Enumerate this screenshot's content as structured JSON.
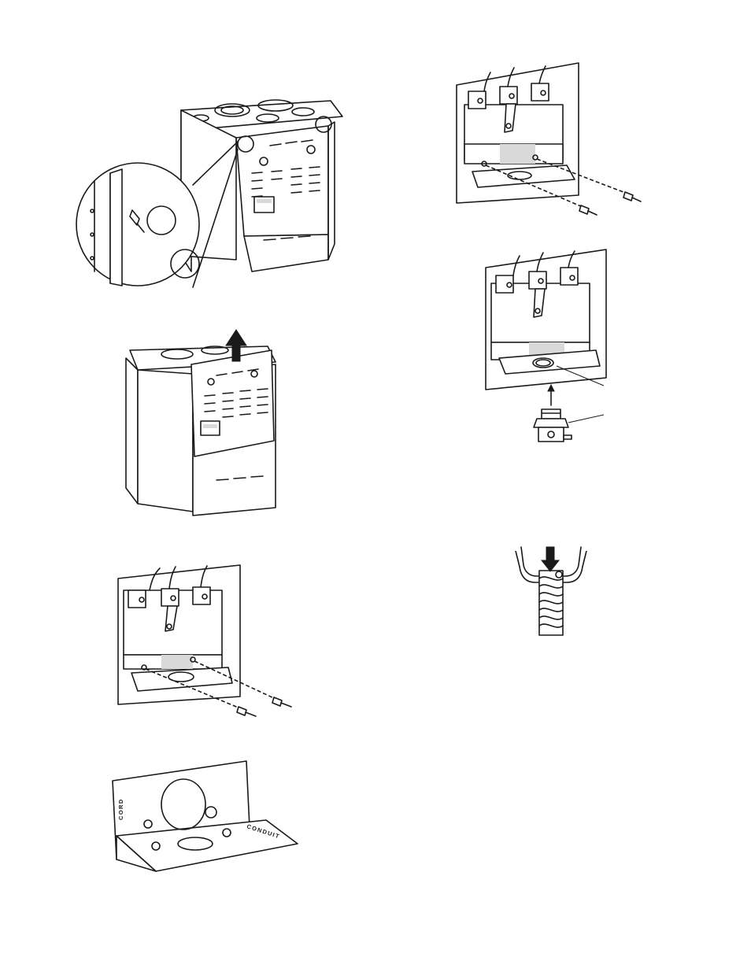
{
  "figures": {
    "range_top_screws": {
      "kind": "range-rear-with-magnifier"
    },
    "access_cover_removal": {
      "kind": "range-rear-cover-lift"
    },
    "terminal_block_left": {
      "kind": "terminal-block-bracket-screws"
    },
    "bracket_detail": {
      "kind": "strain-relief-bracket",
      "cord_label": "CORD",
      "conduit_label": "CONDUIT"
    },
    "terminal_block_right_top": {
      "kind": "terminal-block-bracket-screws"
    },
    "terminal_block_right_mid": {
      "kind": "terminal-block-strain-relief"
    },
    "conduit_insert": {
      "kind": "flexible-conduit-insertion"
    }
  },
  "icons": [
    "screw-icon",
    "arrow-up-icon",
    "arrow-down-icon",
    "strain-relief-icon"
  ]
}
